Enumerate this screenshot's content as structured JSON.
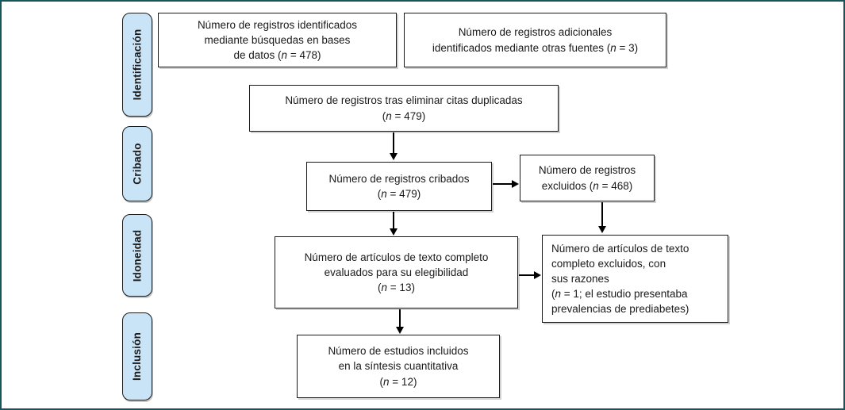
{
  "stages": [
    {
      "label": "Identificación"
    },
    {
      "label": "Cribado"
    },
    {
      "label": "Idoneidad"
    },
    {
      "label": "Inclusión"
    }
  ],
  "boxes": {
    "identified_db": {
      "lines": [
        "Número de registros identificados",
        "mediante búsquedas en bases",
        "de datos (n = 478)"
      ],
      "n": 478
    },
    "identified_other": {
      "lines": [
        "Número de registros adicionales",
        "identificados mediante otras fuentes (n = 3)"
      ],
      "n": 3
    },
    "after_duplicates": {
      "lines": [
        "Número de registros tras eliminar citas duplicadas",
        "(n = 479)"
      ],
      "n": 479
    },
    "screened": {
      "lines": [
        "Número de registros cribados",
        "(n = 479)"
      ],
      "n": 479
    },
    "excluded": {
      "lines": [
        "Número de registros",
        "excluidos (n = 468)"
      ],
      "n": 468
    },
    "fulltext_assessed": {
      "lines": [
        "Número de artículos de texto completo",
        "evaluados para su elegibilidad",
        "(n = 13)"
      ],
      "n": 13
    },
    "fulltext_excluded": {
      "lines": [
        "Número de artículos de texto",
        "completo excluidos, con",
        "sus razones",
        "(n = 1; el estudio presentaba",
        "prevalencias de prediabetes)"
      ],
      "n": 1
    },
    "included_quantitative": {
      "lines": [
        "Número de estudios incluidos",
        "en la síntesis cuantitativa",
        "(n = 12)"
      ],
      "n": 12
    }
  },
  "colors": {
    "outer_border": "#15565c",
    "stage_fill": "#c9e4f6",
    "stage_border": "#1a1a1a",
    "box_border": "#1a1a1a",
    "arrow": "#000000",
    "background": "#ffffff",
    "text": "#1a1a1a"
  }
}
